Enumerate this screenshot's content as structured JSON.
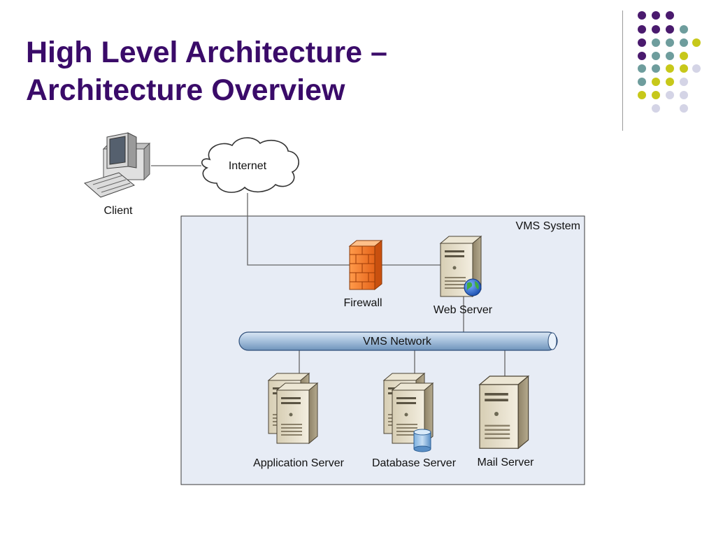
{
  "slide": {
    "title_line1": "High Level Architecture –",
    "title_line2": "Architecture Overview"
  },
  "diagram": {
    "client_label": "Client",
    "internet_label": "Internet",
    "system_label": "VMS System",
    "firewall_label": "Firewall",
    "web_server_label": "Web Server",
    "network_label": "VMS Network",
    "app_server_label": "Application Server",
    "db_server_label": "Database Server",
    "mail_server_label": "Mail Server"
  },
  "colors": {
    "title": "#3a0b69",
    "dot_purple": "#4a1a6e",
    "dot_teal": "#6e9d9d",
    "dot_yellow": "#c7c81a",
    "dot_lavender": "#d4d4e6",
    "system_fill": "#e7ecf5"
  },
  "icons": [
    "computer-icon",
    "cloud-icon",
    "firewall-icon",
    "server-icon",
    "globe-icon",
    "database-icon"
  ]
}
